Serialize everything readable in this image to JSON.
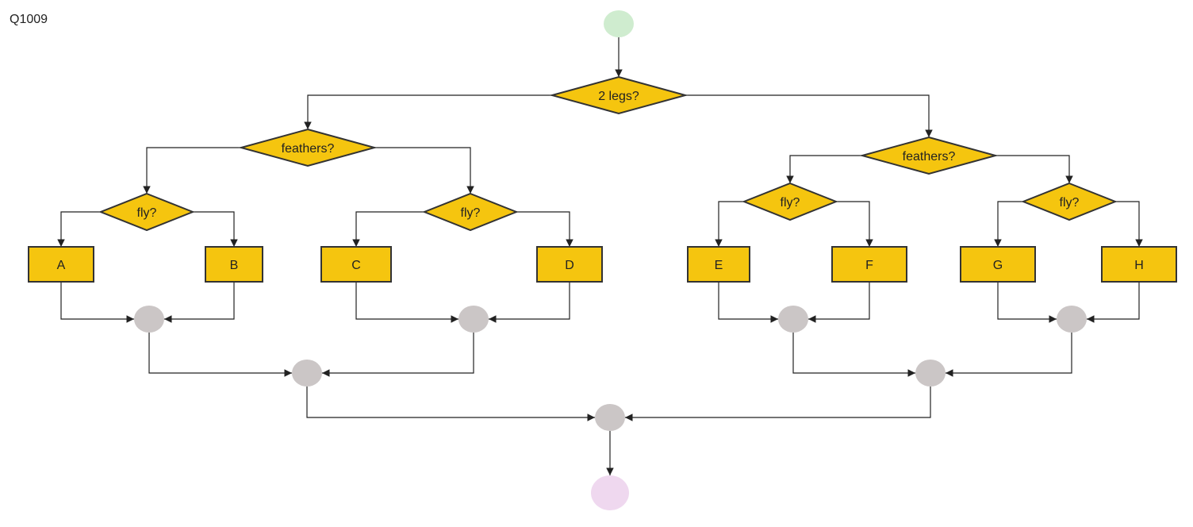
{
  "page_label": "Q1009",
  "colors": {
    "start": "#cfeccf",
    "end": "#efd8ef",
    "merge": "#cbc6c6",
    "node_fill": "#f5c50f",
    "stroke": "#333333"
  },
  "nodes": {
    "start": {
      "type": "start",
      "label": ""
    },
    "d_legs": {
      "type": "decision",
      "label": "2 legs?"
    },
    "d_feathers_left": {
      "type": "decision",
      "label": "feathers?"
    },
    "d_feathers_right": {
      "type": "decision",
      "label": "feathers?"
    },
    "d_fly_1": {
      "type": "decision",
      "label": "fly?"
    },
    "d_fly_2": {
      "type": "decision",
      "label": "fly?"
    },
    "d_fly_3": {
      "type": "decision",
      "label": "fly?"
    },
    "d_fly_4": {
      "type": "decision",
      "label": "fly?"
    },
    "p_A": {
      "type": "process",
      "label": "A"
    },
    "p_B": {
      "type": "process",
      "label": "B"
    },
    "p_C": {
      "type": "process",
      "label": "C"
    },
    "p_D": {
      "type": "process",
      "label": "D"
    },
    "p_E": {
      "type": "process",
      "label": "E"
    },
    "p_F": {
      "type": "process",
      "label": "F"
    },
    "p_G": {
      "type": "process",
      "label": "G"
    },
    "p_H": {
      "type": "process",
      "label": "H"
    },
    "m1": {
      "type": "merge",
      "label": ""
    },
    "m2": {
      "type": "merge",
      "label": ""
    },
    "m3": {
      "type": "merge",
      "label": ""
    },
    "m4": {
      "type": "merge",
      "label": ""
    },
    "m5": {
      "type": "merge",
      "label": ""
    },
    "m6": {
      "type": "merge",
      "label": ""
    },
    "m7": {
      "type": "merge",
      "label": ""
    },
    "end": {
      "type": "end",
      "label": ""
    }
  },
  "edges": [
    {
      "from": "start",
      "to": "d_legs"
    },
    {
      "from": "d_legs",
      "to": "d_feathers_left"
    },
    {
      "from": "d_legs",
      "to": "d_feathers_right"
    },
    {
      "from": "d_feathers_left",
      "to": "d_fly_1"
    },
    {
      "from": "d_feathers_left",
      "to": "d_fly_2"
    },
    {
      "from": "d_feathers_right",
      "to": "d_fly_3"
    },
    {
      "from": "d_feathers_right",
      "to": "d_fly_4"
    },
    {
      "from": "d_fly_1",
      "to": "p_A"
    },
    {
      "from": "d_fly_1",
      "to": "p_B"
    },
    {
      "from": "d_fly_2",
      "to": "p_C"
    },
    {
      "from": "d_fly_2",
      "to": "p_D"
    },
    {
      "from": "d_fly_3",
      "to": "p_E"
    },
    {
      "from": "d_fly_3",
      "to": "p_F"
    },
    {
      "from": "d_fly_4",
      "to": "p_G"
    },
    {
      "from": "d_fly_4",
      "to": "p_H"
    },
    {
      "from": "p_A",
      "to": "m1"
    },
    {
      "from": "p_B",
      "to": "m1"
    },
    {
      "from": "p_C",
      "to": "m2"
    },
    {
      "from": "p_D",
      "to": "m2"
    },
    {
      "from": "p_E",
      "to": "m3"
    },
    {
      "from": "p_F",
      "to": "m3"
    },
    {
      "from": "p_G",
      "to": "m4"
    },
    {
      "from": "p_H",
      "to": "m4"
    },
    {
      "from": "m1",
      "to": "m5"
    },
    {
      "from": "m2",
      "to": "m5"
    },
    {
      "from": "m3",
      "to": "m6"
    },
    {
      "from": "m4",
      "to": "m6"
    },
    {
      "from": "m5",
      "to": "m7"
    },
    {
      "from": "m6",
      "to": "m7"
    },
    {
      "from": "m7",
      "to": "end"
    }
  ]
}
